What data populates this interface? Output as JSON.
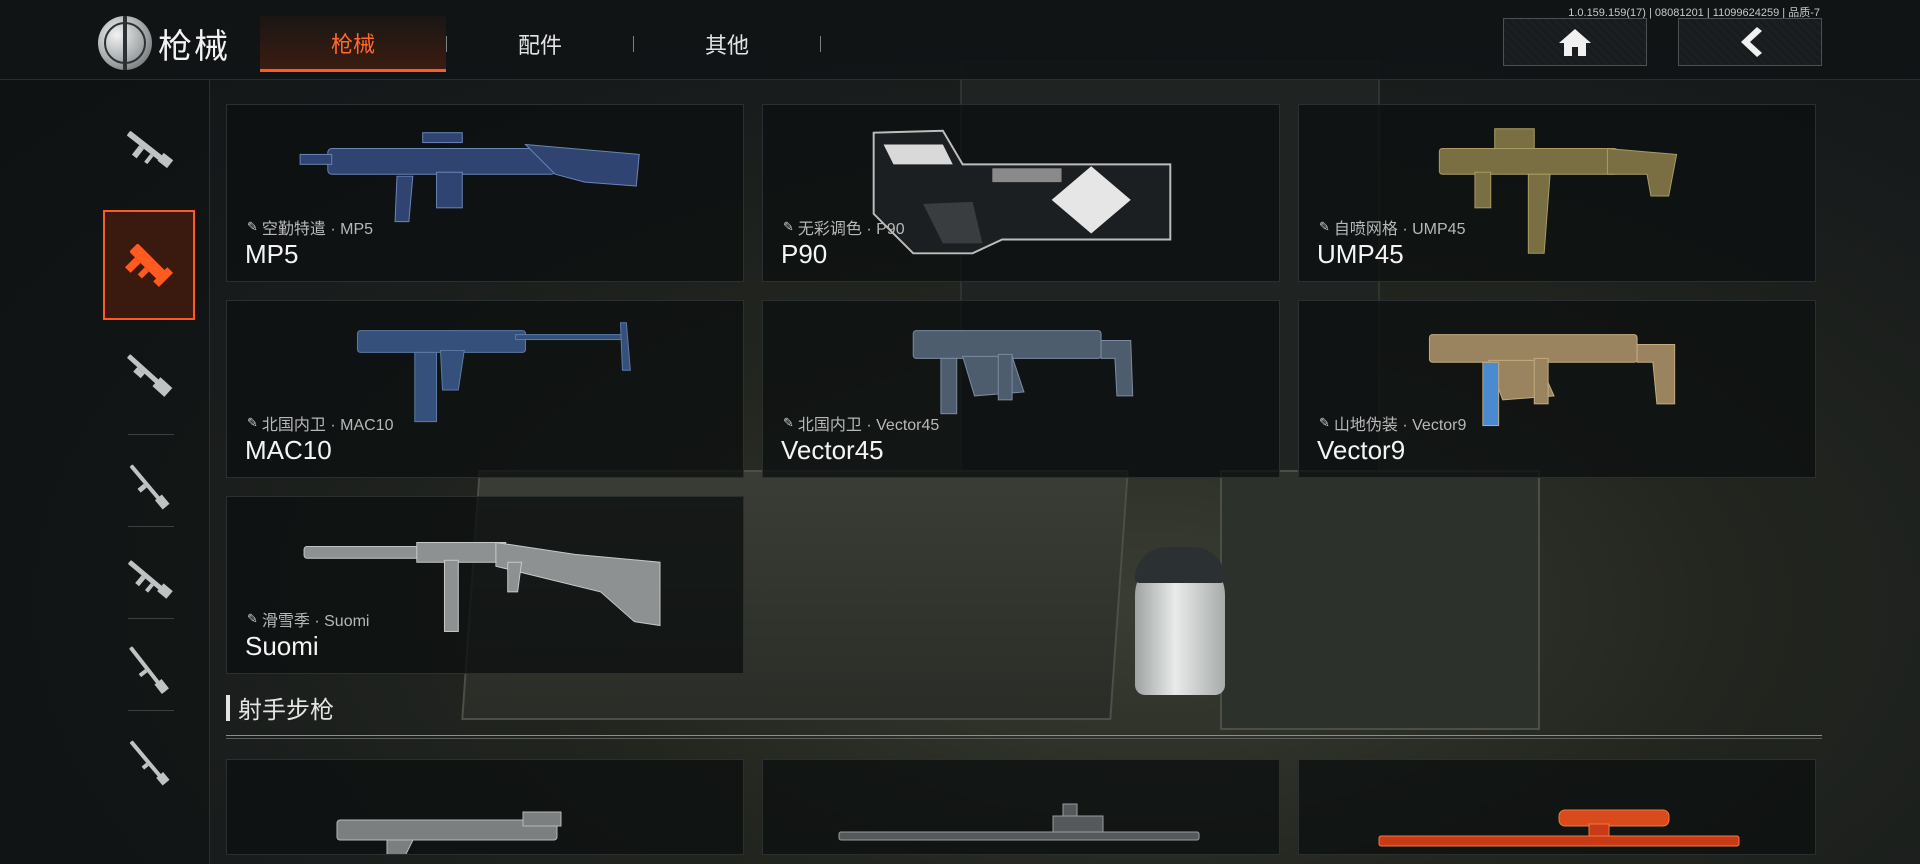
{
  "header": {
    "title": "枪械",
    "tabs": [
      {
        "label": "枪械",
        "active": true
      },
      {
        "label": "配件",
        "active": false
      },
      {
        "label": "其他",
        "active": false
      }
    ],
    "version": "1.0.159.159(17) | 08081201 | 11099624259 | 品质-7"
  },
  "sidebar": {
    "items": [
      {
        "icon": "assault-rifle-icon",
        "active": false
      },
      {
        "icon": "smg-icon",
        "active": true
      },
      {
        "icon": "shotgun-icon",
        "active": false
      },
      {
        "icon": "lmg-icon",
        "active": false
      },
      {
        "icon": "marksman-rifle-icon",
        "active": false
      },
      {
        "icon": "sniper-rifle-icon",
        "active": false
      },
      {
        "icon": "pistol-icon",
        "active": false
      }
    ]
  },
  "weapons": [
    {
      "name": "MP5",
      "skin": "空勤特遣 · MP5",
      "color": "#3a4f7a"
    },
    {
      "name": "P90",
      "skin": "无彩调色 · P90",
      "color": "#d9d9d9"
    },
    {
      "name": "UMP45",
      "skin": "自喷网格 · UMP45",
      "color": "#8a7d4a"
    },
    {
      "name": "MAC10",
      "skin": "北国内卫 · MAC10",
      "color": "#3f5a80"
    },
    {
      "name": "Vector45",
      "skin": "北国内卫 · Vector45",
      "color": "#5a6b7e"
    },
    {
      "name": "Vector9",
      "skin": "山地伪装 · Vector9",
      "color": "#a08a6a"
    },
    {
      "name": "Suomi",
      "skin": "滑雪季 · Suomi",
      "color": "#9a9c9c"
    }
  ],
  "section": {
    "title": "射手步枪",
    "rifles": [
      {
        "color": "#8c8f90"
      },
      {
        "color": "#6a6e70"
      },
      {
        "color": "#d8421c"
      }
    ]
  }
}
